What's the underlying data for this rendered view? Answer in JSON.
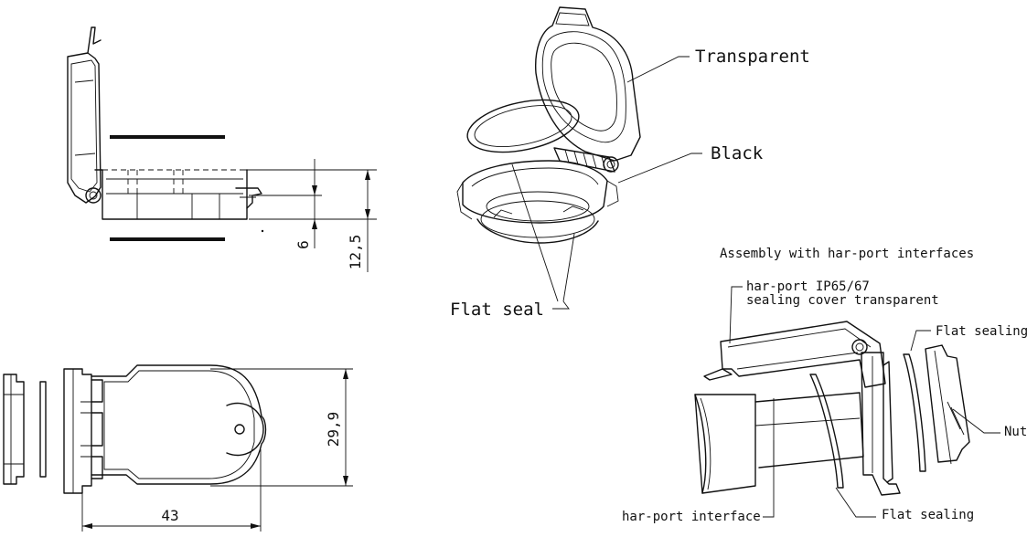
{
  "labels": {
    "transparent": "Transparent",
    "black": "Black",
    "flat_seal": "Flat seal",
    "assembly_title": "Assembly with har-port interfaces",
    "cover_line1": "har-port IP65/67",
    "cover_line2": "sealing cover transparent",
    "flat_sealing_top": "Flat sealing",
    "nut": "Nut",
    "interface": "har-port interface",
    "flat_sealing_bottom": "Flat sealing"
  },
  "dimensions": {
    "dim_6": "6",
    "dim_12_5": "12,5",
    "dim_29_9": "29,9",
    "dim_43": "43"
  }
}
